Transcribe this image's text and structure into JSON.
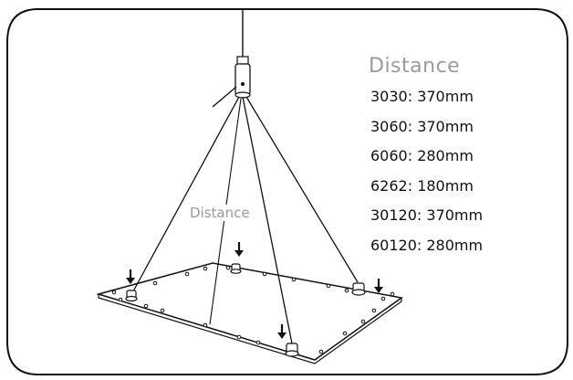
{
  "diagram": {
    "heading": "Distance",
    "wire_label": "Distance",
    "specs": [
      {
        "text": "3030: 370mm"
      },
      {
        "text": "3060: 370mm"
      },
      {
        "text": "6060: 280mm"
      },
      {
        "text": "6262: 180mm"
      },
      {
        "text": "30120: 370mm"
      },
      {
        "text": "60120: 280mm"
      }
    ]
  },
  "colors": {
    "line": "#111111",
    "label_gray": "#9a9a9a",
    "background": "#ffffff"
  }
}
